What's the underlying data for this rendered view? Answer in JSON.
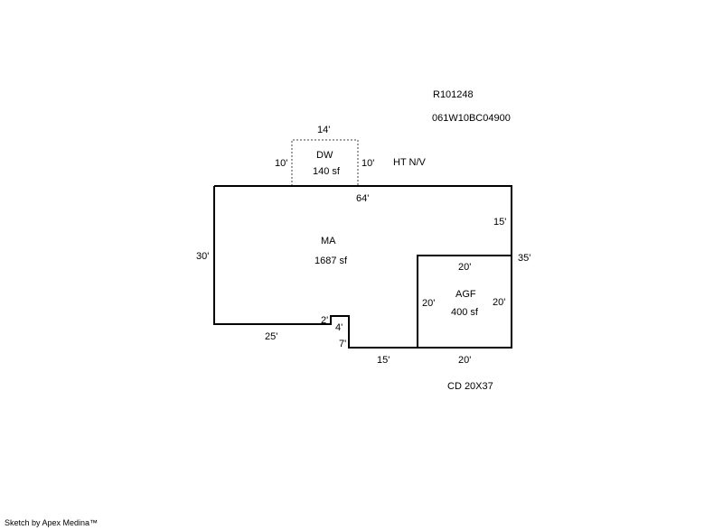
{
  "header": {
    "parcel_id": "R101248",
    "map_number": "061W10BC04900",
    "notes": "HT  N/V"
  },
  "areas": {
    "dw": {
      "code": "DW",
      "area": "140 sf"
    },
    "ma": {
      "code": "MA",
      "area": "1687 sf"
    },
    "agf": {
      "code": "AGF",
      "area": "400 sf"
    }
  },
  "dimensions": {
    "dw_top": "14'",
    "dw_left": "10'",
    "dw_right": "10'",
    "ma_top": "64'",
    "ma_left": "30'",
    "ma_right_upper": "15'",
    "ma_right_total": "35'",
    "ma_bottom_left": "25'",
    "notch_top": "2'",
    "notch_right": "4'",
    "notch_lower": "7'",
    "ma_bottom_mid": "15'",
    "agf_top": "20'",
    "agf_left": "20'",
    "agf_right": "20'",
    "agf_bottom": "20'"
  },
  "other_improvements": "CD 20X37",
  "footer": "Sketch by Apex Medina™",
  "colors": {
    "line": "#000000",
    "dashed_line": "#808080",
    "background": "#ffffff"
  }
}
